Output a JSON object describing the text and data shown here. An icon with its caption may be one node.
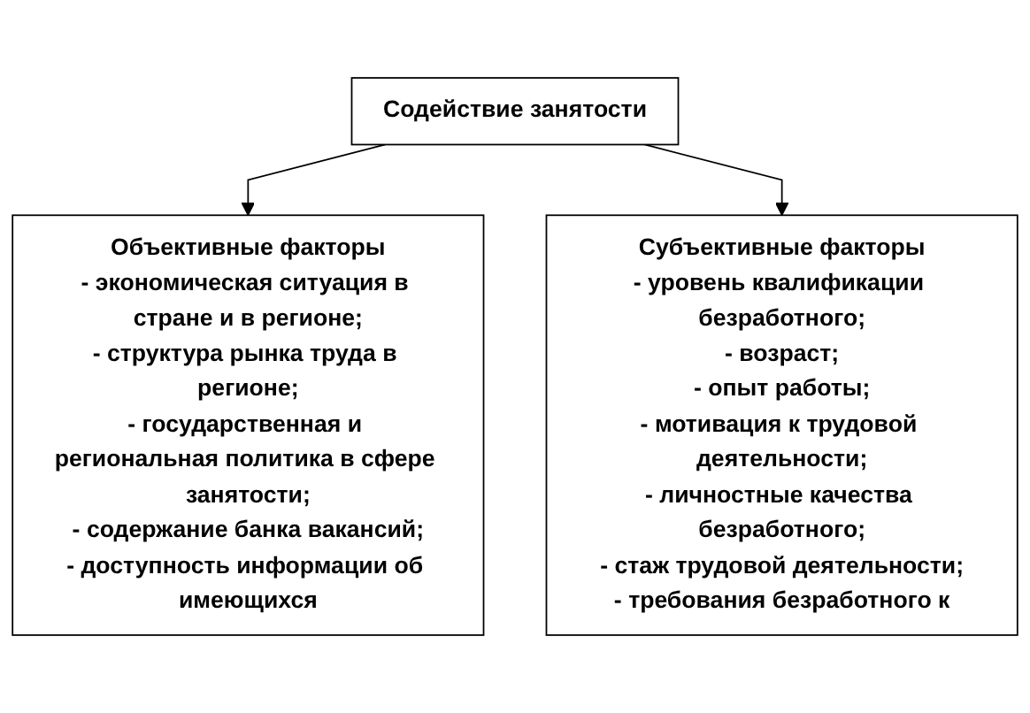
{
  "diagram": {
    "nodes": [
      {
        "text": [
          "Содействие занятости"
        ]
      },
      {
        "text": [
          "Объективные факторы",
          "- экономическая ситуация в стране и в регионе;",
          "- структура рынка труда в регионе;",
          "- государственная и региональная политика в сфере занятости;",
          "- содержание банка вакансий;",
          "- доступность информации об имеющихся"
        ]
      },
      {
        "text": [
          "Субъективные факторы",
          "- уровень квалификации безработного;",
          "- возраст;",
          "- опыт работы;",
          "- мотивация к трудовой деятельности;",
          "- личностные качества безработного;",
          "- стаж трудовой деятельности;",
          "- требования безработного к"
        ]
      }
    ],
    "edges": [
      {
        "from": 0,
        "to": 1,
        "arrow": "to"
      },
      {
        "from": 0,
        "to": 2,
        "arrow": "to"
      }
    ]
  }
}
